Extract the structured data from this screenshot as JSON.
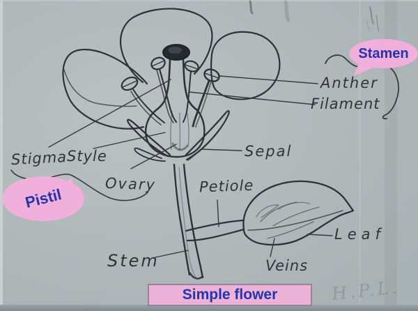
{
  "scan": {
    "labels": {
      "stigma": "Stigma",
      "style": "Style",
      "ovary": "Ovary",
      "sepal": "Sepal",
      "petiole": "Petiole",
      "stem": "Stem",
      "veins": "Veins",
      "leaf": "Leaf",
      "anther": "Anther",
      "filament": "Filament"
    },
    "signature": "H.P.L."
  },
  "overlays": {
    "stamen_callout": "Stamen",
    "pistil_callout": "Pistil",
    "caption": "Simple flower"
  },
  "colors": {
    "paper": "#b2bbbd",
    "pencil_ink": "#2d3236",
    "callout_pink": "#f1afdc",
    "caption_pink": "#ecb2d8",
    "caption_border": "#97839c",
    "annotation_blue": "#2433ae"
  }
}
